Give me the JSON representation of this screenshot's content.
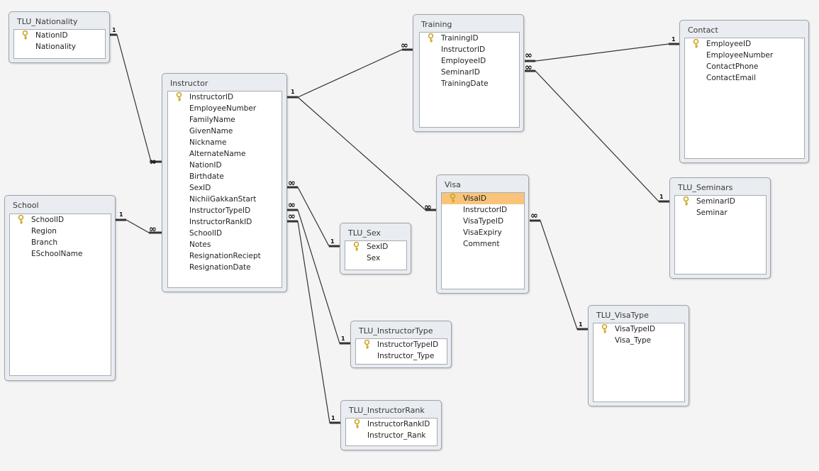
{
  "tables": [
    {
      "id": "tlu_nationality",
      "title": "TLU_Nationality",
      "fields": [
        {
          "name": "NationID",
          "key": true
        },
        {
          "name": "Nationality"
        }
      ]
    },
    {
      "id": "instructor",
      "title": "Instructor",
      "fields": [
        {
          "name": "InstructorID",
          "key": true
        },
        {
          "name": "EmployeeNumber"
        },
        {
          "name": "FamilyName"
        },
        {
          "name": "GivenName"
        },
        {
          "name": "Nickname"
        },
        {
          "name": "AlternateName"
        },
        {
          "name": "NationID"
        },
        {
          "name": "Birthdate"
        },
        {
          "name": "SexID"
        },
        {
          "name": "NichiiGakkanStart"
        },
        {
          "name": "InstructorTypeID"
        },
        {
          "name": "InstructorRankID"
        },
        {
          "name": "SchoolID"
        },
        {
          "name": "Notes"
        },
        {
          "name": "ResignationReciept"
        },
        {
          "name": "ResignationDate"
        }
      ]
    },
    {
      "id": "school",
      "title": "School",
      "fields": [
        {
          "name": "SchoolID",
          "key": true
        },
        {
          "name": "Region"
        },
        {
          "name": "Branch"
        },
        {
          "name": "ESchoolName"
        }
      ]
    },
    {
      "id": "training",
      "title": "Training",
      "fields": [
        {
          "name": "TrainingID",
          "key": true
        },
        {
          "name": "InstructorID"
        },
        {
          "name": "EmployeeID"
        },
        {
          "name": "SeminarID"
        },
        {
          "name": "TrainingDate"
        }
      ]
    },
    {
      "id": "contact",
      "title": "Contact",
      "fields": [
        {
          "name": "EmployeeID",
          "key": true
        },
        {
          "name": "EmployeeNumber"
        },
        {
          "name": "ContactPhone"
        },
        {
          "name": "ContactEmail"
        }
      ]
    },
    {
      "id": "visa",
      "title": "Visa",
      "fields": [
        {
          "name": "VisaID",
          "key": true,
          "selected": true
        },
        {
          "name": "InstructorID"
        },
        {
          "name": "VisaTypeID"
        },
        {
          "name": "VisaExpiry"
        },
        {
          "name": "Comment"
        }
      ]
    },
    {
      "id": "tlu_seminars",
      "title": "TLU_Seminars",
      "fields": [
        {
          "name": "SeminarID",
          "key": true
        },
        {
          "name": "Seminar"
        }
      ]
    },
    {
      "id": "tlu_sex",
      "title": "TLU_Sex",
      "fields": [
        {
          "name": "SexID",
          "key": true
        },
        {
          "name": "Sex"
        }
      ]
    },
    {
      "id": "tlu_instructortype",
      "title": "TLU_InstructorType",
      "fields": [
        {
          "name": "InstructorTypeID",
          "key": true
        },
        {
          "name": "Instructor_Type"
        }
      ]
    },
    {
      "id": "tlu_instructorrank",
      "title": "TLU_InstructorRank",
      "fields": [
        {
          "name": "InstructorRankID",
          "key": true
        },
        {
          "name": "Instructor_Rank"
        }
      ]
    },
    {
      "id": "tlu_visatype",
      "title": "TLU_VisaType",
      "fields": [
        {
          "name": "VisaTypeID",
          "key": true
        },
        {
          "name": "Visa_Type"
        }
      ]
    }
  ],
  "relationships": [
    {
      "from": "TLU_Nationality.NationID",
      "to": "Instructor.NationID",
      "one_label": "1",
      "many_label": "∞"
    },
    {
      "from": "School.SchoolID",
      "to": "Instructor.SchoolID",
      "one_label": "1",
      "many_label": "∞"
    },
    {
      "from": "Instructor.InstructorID",
      "to": "Training.InstructorID",
      "one_label": "1",
      "many_label": "∞"
    },
    {
      "from": "Instructor.InstructorID",
      "to": "Visa.InstructorID",
      "one_label": "1",
      "many_label": "∞"
    },
    {
      "from": "Contact.EmployeeID",
      "to": "Training.EmployeeID",
      "one_label": "1",
      "many_label": "∞"
    },
    {
      "from": "TLU_Seminars.SeminarID",
      "to": "Training.SeminarID",
      "one_label": "1",
      "many_label": "∞"
    },
    {
      "from": "TLU_Sex.SexID",
      "to": "Instructor.SexID",
      "one_label": "1",
      "many_label": "∞"
    },
    {
      "from": "TLU_InstructorType.InstructorTypeID",
      "to": "Instructor.InstructorTypeID",
      "one_label": "1",
      "many_label": "∞"
    },
    {
      "from": "TLU_InstructorRank.InstructorRankID",
      "to": "Instructor.InstructorRankID",
      "one_label": "1",
      "many_label": "∞"
    },
    {
      "from": "TLU_VisaType.VisaTypeID",
      "to": "Visa.VisaTypeID",
      "one_label": "1",
      "many_label": "∞"
    }
  ],
  "colors": {
    "window_bg": "#f4f4f4",
    "table_frame": "#e9ecf0",
    "list_bg": "#ffffff",
    "selected_field": "#f9c47a",
    "line": "#333333",
    "key_icon": "#c9a21a"
  }
}
